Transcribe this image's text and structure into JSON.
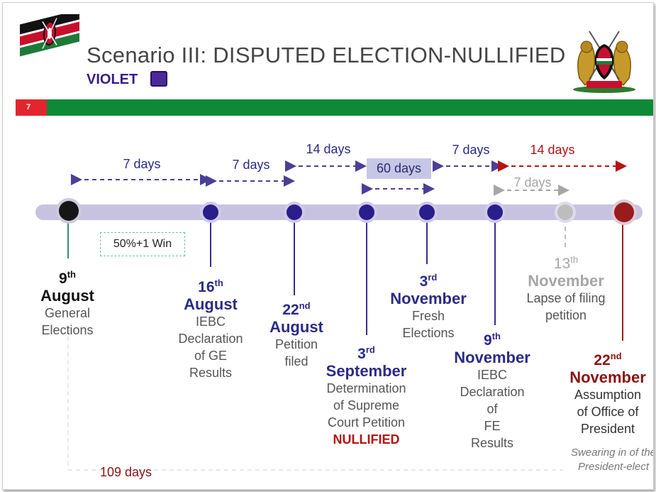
{
  "title": {
    "main": "Scenario III: DISPUTED ELECTION-NULLIFIED",
    "sub": "VIOLET"
  },
  "slide_number": "7",
  "colors": {
    "violet": "#4a2a9a",
    "green_band": "#0e8a36",
    "red_band": "#e3262e",
    "timeline": "#c7c2e0",
    "node_blue": "#2a1d8c",
    "dark_red": "#8c1212"
  },
  "intervals": {
    "a": "7 days",
    "b": "7 days",
    "c": "14 days",
    "d": "60 days",
    "e": "7 days",
    "f": "14 days",
    "g": "7 days"
  },
  "win_label": "50%+1 Win",
  "events": {
    "aug9": {
      "num": "9",
      "sup": "th",
      "month": "August",
      "desc1": "General",
      "desc2": "Elections"
    },
    "aug16": {
      "num": "16",
      "sup": "th",
      "month": "August",
      "desc1": "IEBC",
      "desc2": "Declaration",
      "desc3": "of GE",
      "desc4": "Results"
    },
    "aug22": {
      "num": "22",
      "sup": "nd",
      "month": "August",
      "desc1": "Petition",
      "desc2": "filed"
    },
    "sep3": {
      "num": "3",
      "sup": "rd",
      "month": "September",
      "desc1": "Determination",
      "desc2": "of Supreme",
      "desc3": "Court Petition",
      "flag": "NULLIFIED"
    },
    "nov3": {
      "num": "3",
      "sup": "rd",
      "month": "November",
      "desc1": "Fresh",
      "desc2": "Elections"
    },
    "nov9": {
      "num": "9",
      "sup": "th",
      "month": "November",
      "desc1": "IEBC",
      "desc2": "Declaration",
      "desc3": "of",
      "desc4": "FE",
      "desc5": "Results"
    },
    "nov13": {
      "num": "13",
      "sup": "th",
      "month": "November",
      "desc1": "Lapse of filing",
      "desc2": "petition"
    },
    "nov22": {
      "num": "22",
      "sup": "nd",
      "month": "November",
      "desc1": "Assumption",
      "desc2": "of Office of",
      "desc3": "President",
      "note": "Swearing in of the President-elect"
    }
  },
  "total_days": "109 days",
  "icons": {
    "flag": "kenya-flag-icon",
    "coat_of_arms": "kenya-coat-of-arms-icon"
  }
}
